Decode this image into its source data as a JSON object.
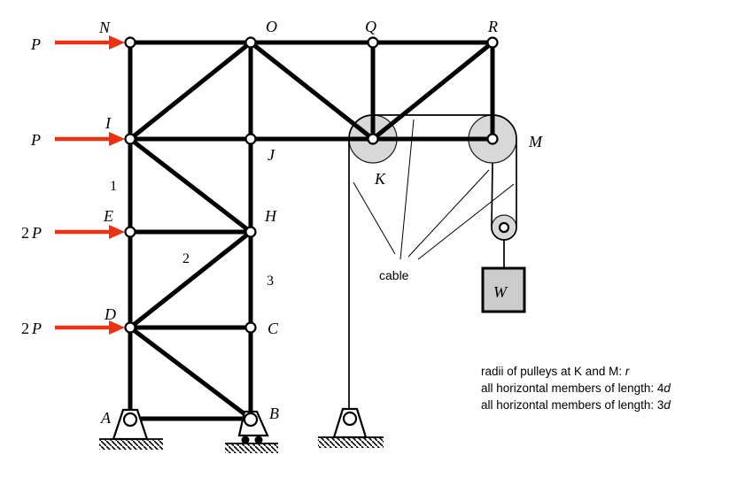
{
  "figure": {
    "joint_labels": {
      "N": "N",
      "O": "O",
      "Q": "Q",
      "R": "R",
      "I": "I",
      "J": "J",
      "K": "K",
      "M": "M",
      "E": "E",
      "H": "H",
      "D": "D",
      "C": "C",
      "A": "A",
      "B": "B"
    },
    "member_numbers": {
      "m1": "1",
      "m2": "2",
      "m3": "3"
    },
    "loads": [
      {
        "coef": "",
        "sym": "P"
      },
      {
        "coef": "",
        "sym": "P"
      },
      {
        "coef": "2",
        "sym": "P"
      },
      {
        "coef": "2",
        "sym": "P"
      }
    ],
    "cable_label": "cable",
    "weight_label": "W",
    "notes": [
      {
        "text": "radii of pulleys at K and M: ",
        "suffix": "r"
      },
      {
        "text": "all horizontal members of length: 4",
        "suffix": "d"
      },
      {
        "text": "all horizontal members of length: 3",
        "suffix": "d"
      }
    ],
    "colors": {
      "arrow": "#ec3212",
      "pulley": "#d8d8d8",
      "weight_box": "#cccccc",
      "member": "#000000",
      "background": "#ffffff"
    }
  }
}
